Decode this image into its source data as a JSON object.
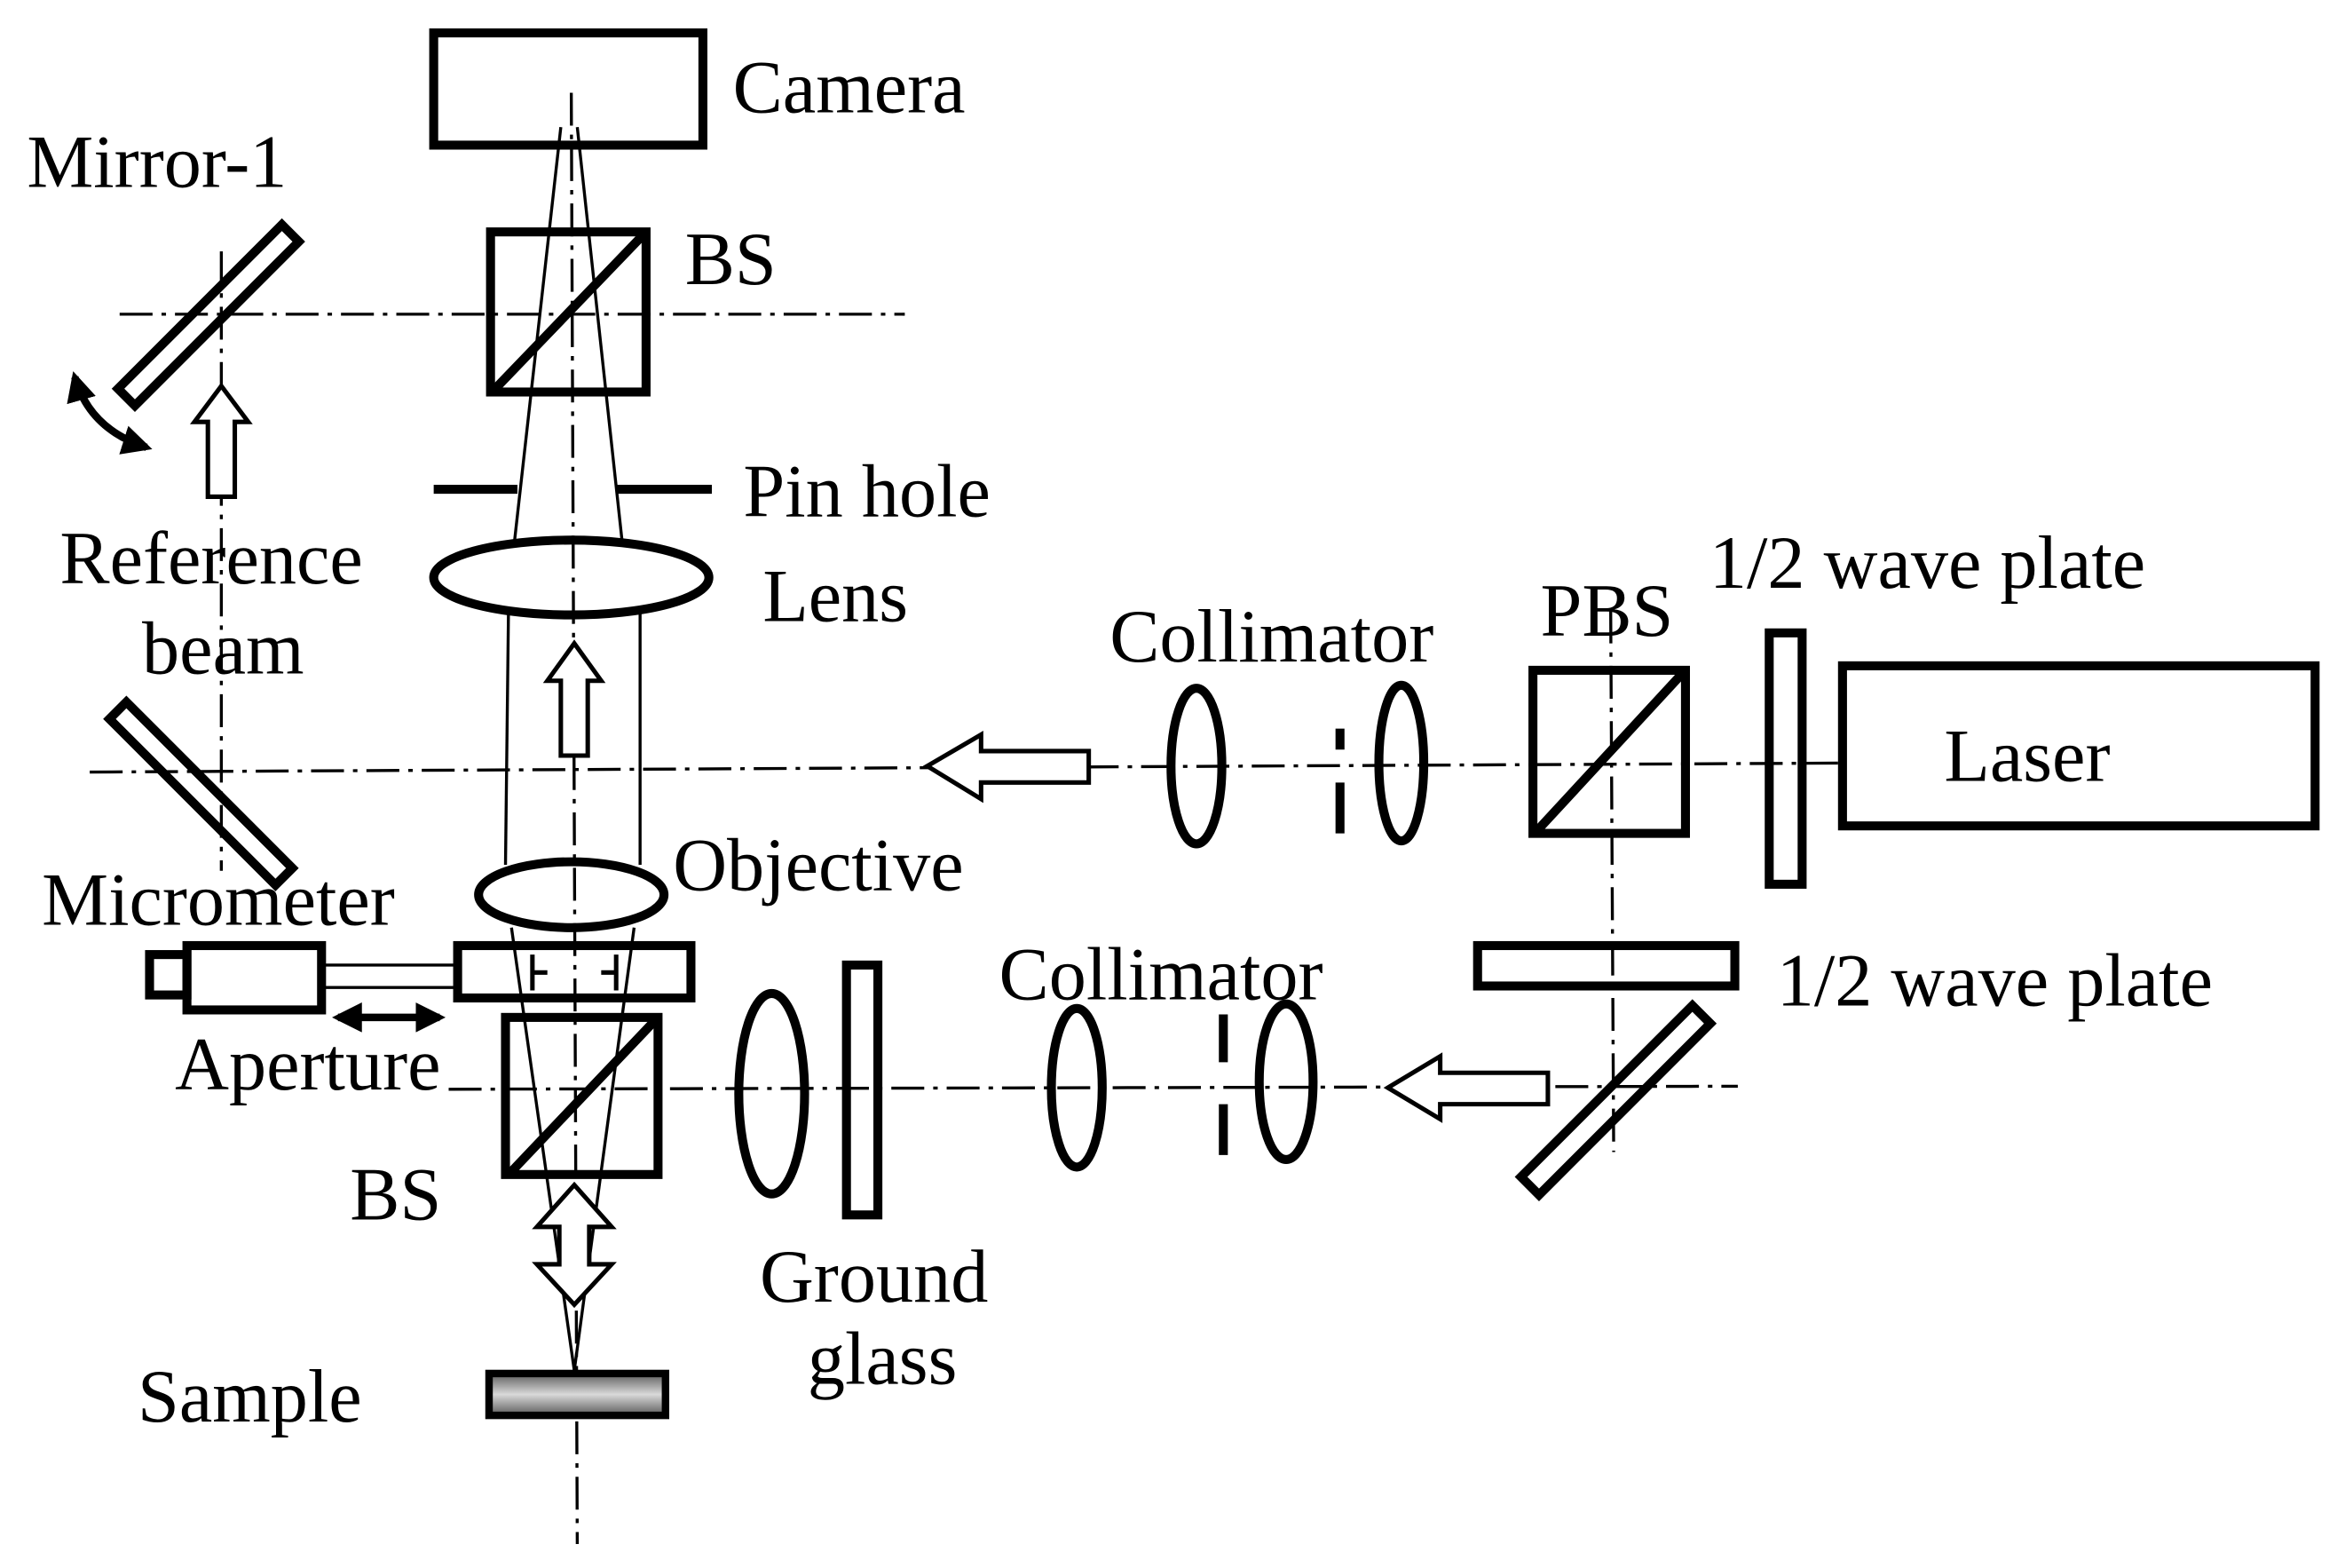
{
  "labels": {
    "camera": "Camera",
    "mirror_1": "Mirror-1",
    "bs_top": "BS",
    "pin_hole": "Pin hole",
    "lens": "Lens",
    "reference_beam": [
      "Reference",
      "beam"
    ],
    "collimator_top": "Collimator",
    "pbs": "PBS",
    "half_wave_plate_top": "1/2 wave plate",
    "laser": "Laser",
    "objective": "Objective",
    "micrometer": "Micrometer",
    "collimator_bottom": "Collimator",
    "half_wave_plate_bottom": "1/2 wave plate",
    "aperture": "Aperture",
    "bs_bottom": "BS",
    "ground_glass": [
      "Ground",
      "glass"
    ],
    "sample": "Sample"
  },
  "colors": {
    "line": "#000000",
    "background": "#ffffff",
    "sample_fill_light": "#d9d9d9",
    "sample_fill_dark": "#5a5a5a"
  }
}
